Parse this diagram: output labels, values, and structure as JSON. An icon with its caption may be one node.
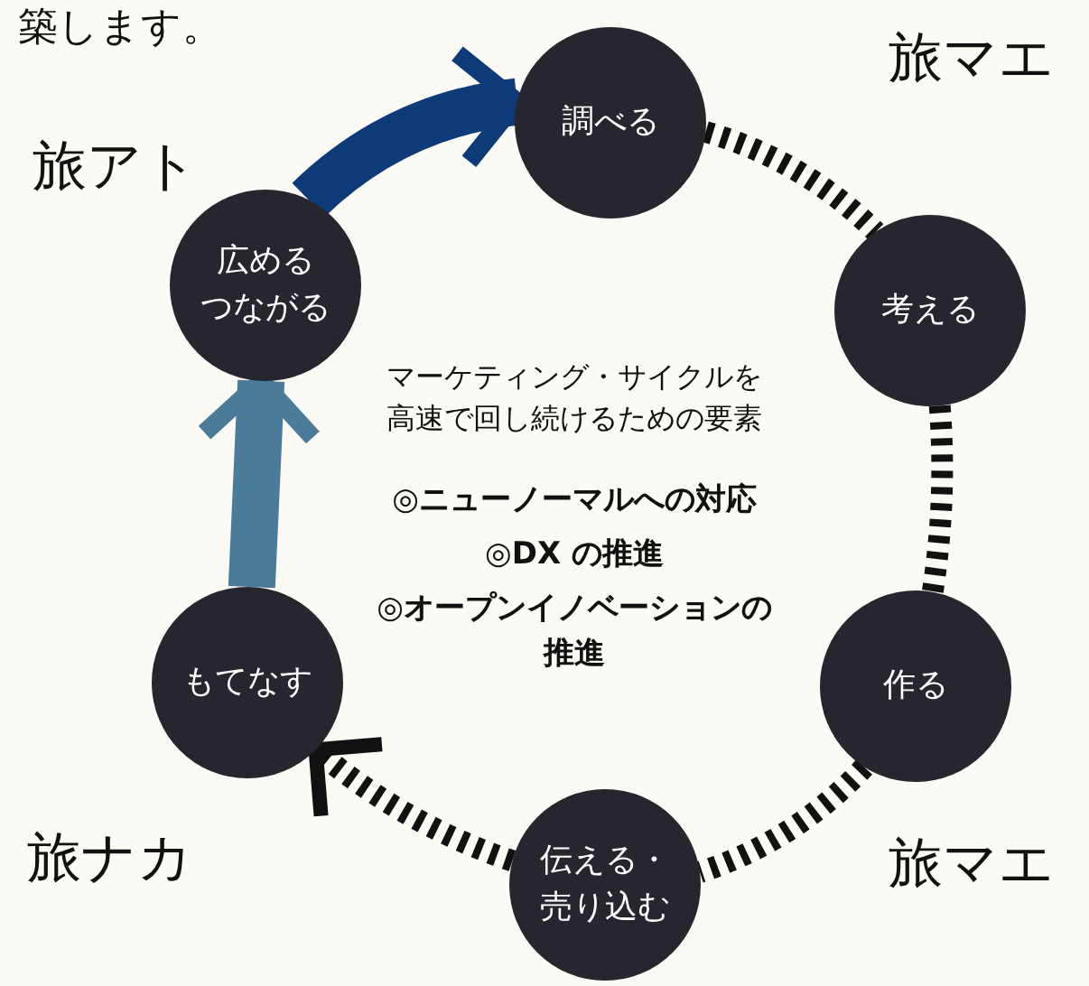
{
  "diagram": {
    "nodes": [
      {
        "text": [
          "調べる"
        ]
      },
      {
        "text": [
          "考える"
        ]
      },
      {
        "text": [
          "作る"
        ]
      },
      {
        "text": [
          "伝える・売り込む"
        ]
      },
      {
        "text": [
          "もてなす"
        ]
      },
      {
        "text": [
          "広める",
          "つながる"
        ]
      }
    ],
    "edges": [
      {
        "from": 0,
        "to": 1,
        "arrow": "none",
        "style": "dashed"
      },
      {
        "from": 1,
        "to": 2,
        "arrow": "none",
        "style": "dashed"
      },
      {
        "from": 2,
        "to": 3,
        "arrow": "none",
        "style": "dashed"
      },
      {
        "from": 3,
        "to": 4,
        "arrow": "to",
        "style": "dashed"
      },
      {
        "from": 4,
        "to": 5,
        "arrow": "to",
        "style": "thick",
        "color": "#4a7c99"
      },
      {
        "from": 5,
        "to": 0,
        "arrow": "to",
        "style": "thick",
        "color": "#0d3a78"
      }
    ],
    "labels": [
      "築します。",
      "旅アト",
      "旅マエ",
      "旅マエ",
      "旅ナカ",
      "マーケティング・サイクルを高速で回し続けるための要素",
      "◎ニューノーマルへの対応",
      "◎DX の推進",
      "◎オープンイノベーションの推進"
    ]
  }
}
